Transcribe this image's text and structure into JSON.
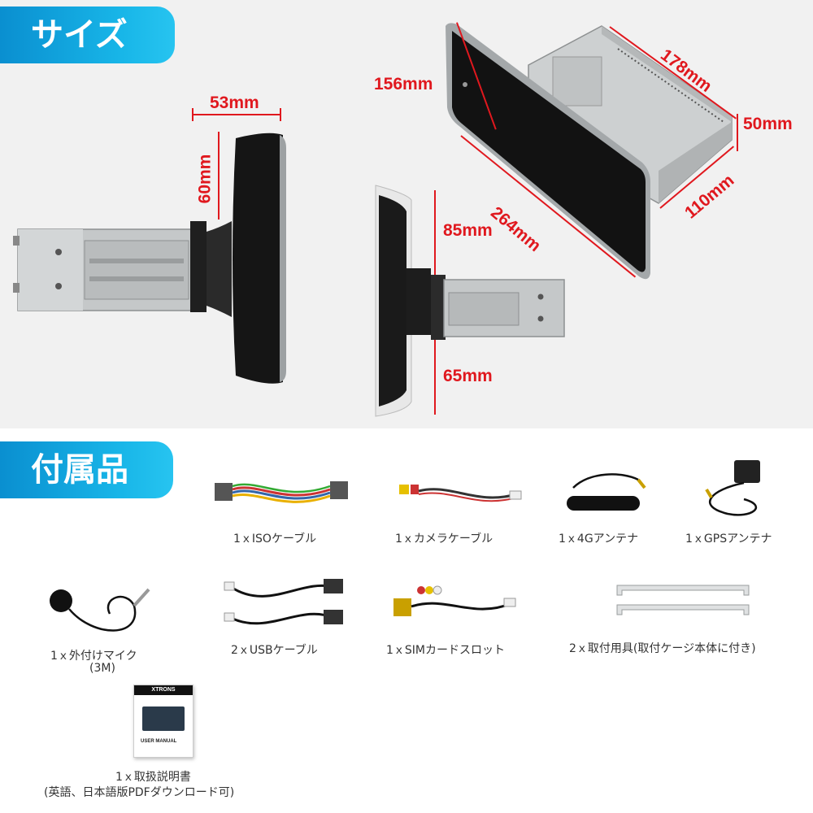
{
  "sections": {
    "size_title": "サイズ",
    "accessories_title": "付属品"
  },
  "dimensions": {
    "side_depth": "53mm",
    "side_height": "60mm",
    "angle_top": "85mm",
    "angle_bottom": "65mm",
    "front_height": "156mm",
    "front_width": "264mm",
    "box_depth": "178mm",
    "box_height": "50mm",
    "box_width": "110mm"
  },
  "accessories": {
    "iso_cable": "1ｘISOケーブル",
    "camera_cable": "1ｘカメラケーブル",
    "antenna_4g": "1ｘ4Gアンテナ",
    "gps_antenna": "1ｘGPSアンテナ",
    "microphone": "1ｘ外付けマイク",
    "microphone_note": "(3M)",
    "usb_cable": "2ｘUSBケーブル",
    "sim_slot": "1ｘSIMカードスロット",
    "brackets": "2ｘ取付用具(取付ケージ本体に付き)",
    "manual": "1ｘ取扱説明書",
    "manual_note": "(英語、日本語版PDFダウンロード可)",
    "manual_brand": "XTRONS",
    "manual_cover_text": "USER MANUAL"
  },
  "colors": {
    "banner": "#18b6e8",
    "dimension": "#e0181e",
    "screen": "#1c1c1c",
    "cage": "#c9cccd"
  }
}
